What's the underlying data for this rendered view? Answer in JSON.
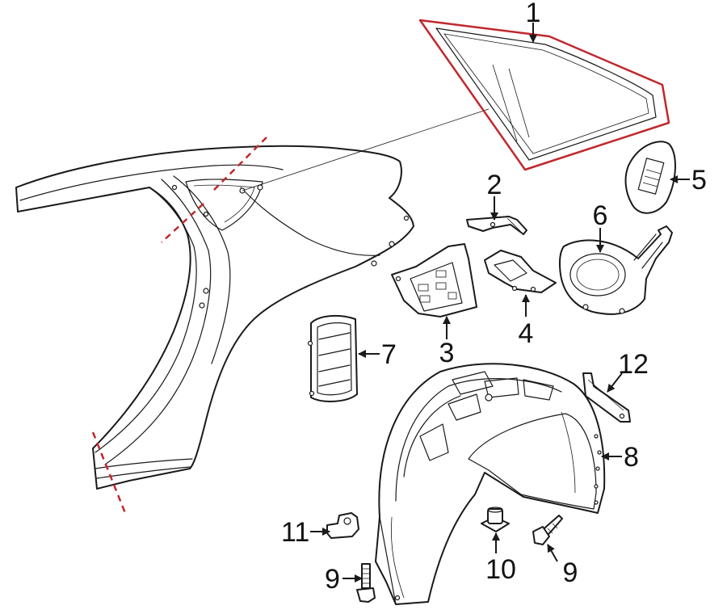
{
  "colors": {
    "line": "#1a1a1a",
    "highlight": "#c0282d",
    "background": "#ffffff"
  },
  "callouts": {
    "c1": "1",
    "c2": "2",
    "c3": "3",
    "c4": "4",
    "c5": "5",
    "c6": "6",
    "c7": "7",
    "c8": "8",
    "c9a": "9",
    "c9b": "9",
    "c10": "10",
    "c11": "11",
    "c12": "12"
  }
}
